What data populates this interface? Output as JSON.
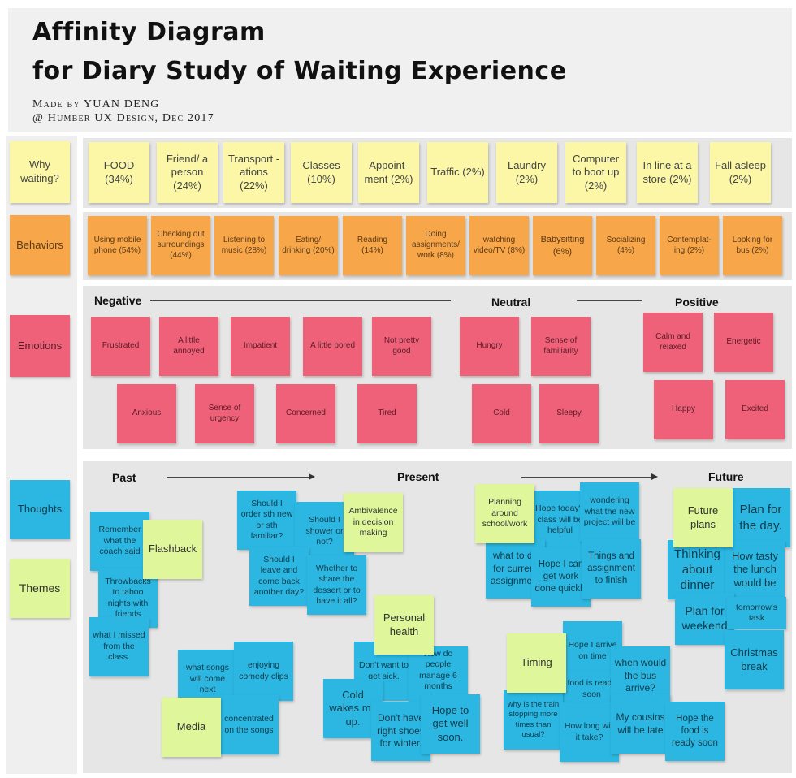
{
  "header": {
    "title_line1": "Affinity Diagram",
    "title_line2": "for Diary Study of Waiting Experience",
    "credit_line1": "Made by YUAN DENG",
    "credit_line2": "@ Humber UX Design, Dec 2017"
  },
  "rows": {
    "why": "Why waiting?",
    "behaviors": "Behaviors",
    "emotions": "Emotions",
    "thoughts": "Thoughts",
    "themes": "Themes"
  },
  "why_notes": [
    "FOOD (34%)",
    "Friend/ a person (24%)",
    "Transport -ations (22%)",
    "Classes (10%)",
    "Appoint- ment (2%)",
    "Traffic (2%)",
    "Laundry (2%)",
    "Computer to boot up (2%)",
    "In line at a store (2%)",
    "Fall asleep (2%)"
  ],
  "behavior_notes": [
    "Using mobile phone (54%)",
    "Checking out surroundings (44%)",
    "Listening to music (28%)",
    "Eating/ drinking (20%)",
    "Reading (14%)",
    "Doing assignments/ work (8%)",
    "watching video/TV (8%)",
    "Babysitting (6%)",
    "Socializing (4%)",
    "Contemplat- ing (2%)",
    "Looking for bus (2%)"
  ],
  "emotions": {
    "negative": "Negative",
    "neutral": "Neutral",
    "positive": "Positive",
    "notes": [
      "Frustrated",
      "A little annoyed",
      "Impatient",
      "A little bored",
      "Not pretty good",
      "Hungry",
      "Sense of familiarity",
      "Calm and relaxed",
      "Energetic",
      "Anxious",
      "Sense of urgency",
      "Concerned",
      "Tired",
      "Cold",
      "Sleepy",
      "Happy",
      "Excited"
    ]
  },
  "thoughts": {
    "past": "Past",
    "present": "Present",
    "future": "Future",
    "notes": [
      "Remember what the coach said",
      "Throwbacks to taboo nights with friends",
      "what I missed from the class.",
      "Should I order sth new or sth familiar?",
      "Should I shower or not?",
      "Should I leave and come back another day?",
      "Whether to share the dessert or to have it all?",
      "what songs will come next",
      "enjoying comedy clips",
      "concentrated on the songs",
      "Don't want to get sick.",
      "How do people manage 6 months winter?",
      "Cold wakes me up.",
      "Don't have right shoes for winter.",
      "Hope to get well soon.",
      "Hope today's class will be helpful",
      "wondering what the new project will be",
      "what to do for current assignment",
      "Hope I can get work done quickly",
      "Things and assignment to finish",
      "Hope I arrive on time",
      "food is ready soon",
      "when would the bus arrive?",
      "why is the train stopping more times than usual?",
      "How long will it take?",
      "My cousins will be late",
      "Hope the food is ready soon",
      "Plan for the day.",
      "Thinking about dinner",
      "How tasty the lunch would be",
      "Plan for weekend",
      "tomorrow's task",
      "Christmas break"
    ]
  },
  "themes": [
    "Flashback",
    "Ambivalence in decision making",
    "Media",
    "Personal health",
    "Planning around school/work",
    "Timing",
    "Future plans"
  ],
  "colors": {
    "why": "#fbf7a6",
    "behavior": "#f8a64a",
    "emotion": "#ef6178",
    "thought": "#2bb7e2",
    "theme": "#dff79a"
  }
}
